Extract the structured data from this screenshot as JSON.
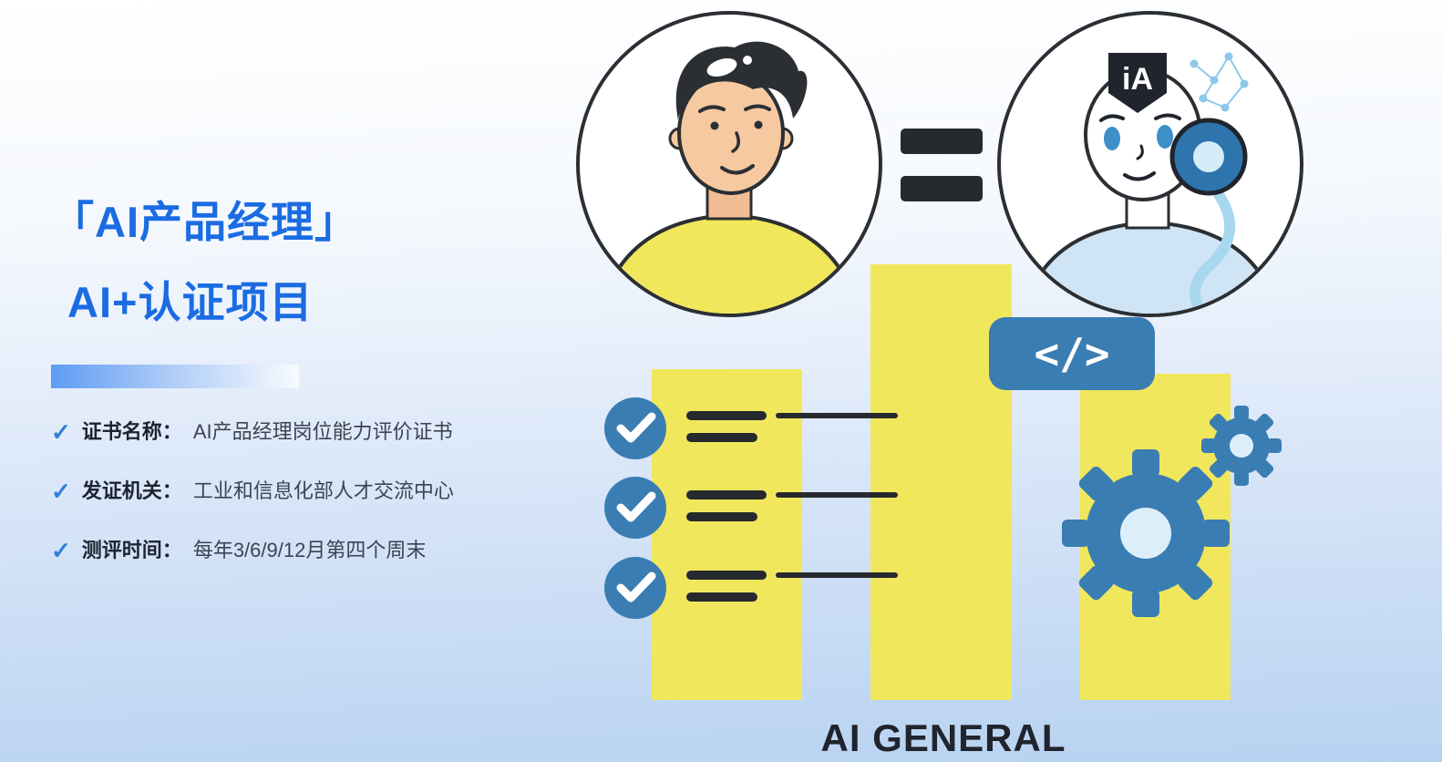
{
  "title": {
    "line1": "「AI产品经理」",
    "line2": "AI+认证项目"
  },
  "bullets": [
    {
      "label": "证书名称：",
      "value": "AI产品经理岗位能力评价证书"
    },
    {
      "label": "发证机关：",
      "value": "工业和信息化部人才交流中心"
    },
    {
      "label": "测评时间：",
      "value": "每年3/6/9/12月第四个周末"
    }
  ],
  "icons": {
    "check": "✓"
  },
  "illustration": {
    "robot_badge": "iA",
    "code_label": "</>",
    "caption": "AI GENERAL"
  },
  "colors": {
    "title_blue": "#1b6ce2",
    "check_blue": "#2e7fd8",
    "illustration_blue": "#3a7db3",
    "bar_yellow": "#f1e75d",
    "ink_dark": "#26292e",
    "skin": "#f6c9a0",
    "shirt_yellow": "#f0e75a",
    "robot_shirt_blue": "#cfe4f5",
    "background_bottom": "#b7d2f1"
  }
}
